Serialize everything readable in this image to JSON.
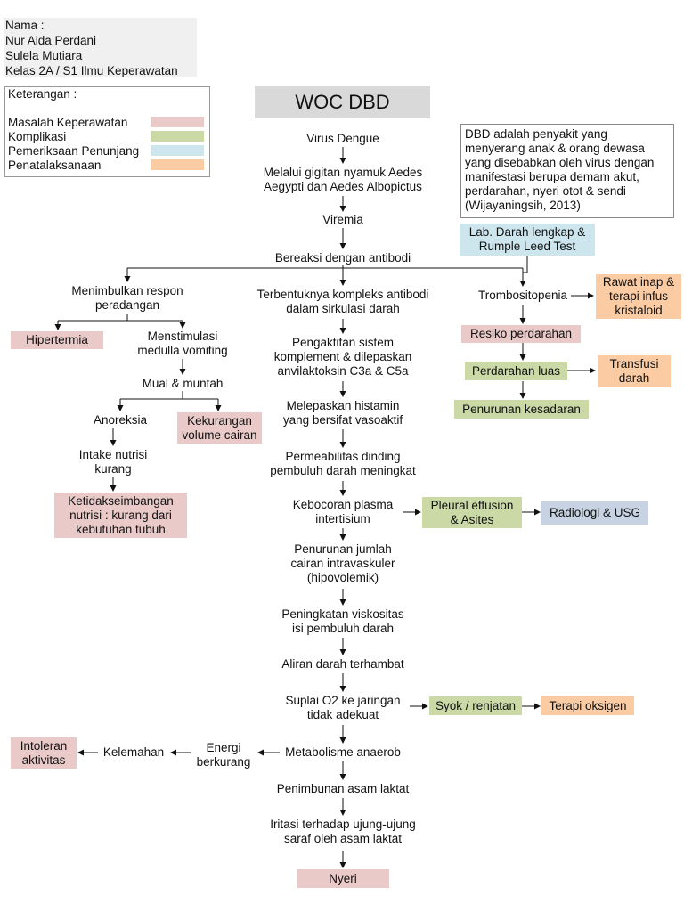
{
  "header": {
    "name_label": "Nama :",
    "names": [
      "Nur Aida Perdani",
      "Sulela Mutiara"
    ],
    "class_info": "Kelas 2A / S1 Ilmu Keperawatan"
  },
  "legend": {
    "title": "Keterangan :",
    "items": [
      {
        "label": "Masalah Keperawatan",
        "color": "#eac9c9"
      },
      {
        "label": "Komplikasi",
        "color": "#cad9a6"
      },
      {
        "label": "Pemeriksaan Penunjang",
        "color": "#cde6ee"
      },
      {
        "label": "Penatalaksanaan",
        "color": "#fbcba3"
      }
    ]
  },
  "title": "WOC DBD",
  "definition": [
    "DBD adalah penyakit yang",
    "menyerang anak & orang dewasa",
    "yang disebabkan oleh virus dengan",
    "manifestasi berupa demam akut,",
    "perdarahan, nyeri otot & sendi",
    "(Wijayaningsih, 2013)"
  ],
  "nodes": {
    "virus": [
      "Virus Dengue"
    ],
    "gigitan": [
      "Melalui gigitan nyamuk Aedes",
      "Aegypti dan Aedes Albopictus"
    ],
    "viremia": [
      "Viremia"
    ],
    "bereaksi": [
      "Bereaksi dengan antibodi"
    ],
    "respon": [
      "Menimbulkan respon",
      "peradangan"
    ],
    "hipertermia": [
      "Hipertermia"
    ],
    "menstimulasi": [
      "Menstimulasi",
      "medulla vomiting"
    ],
    "mual": [
      "Mual & muntah"
    ],
    "anoreksia": [
      "Anoreksia"
    ],
    "kekurangan": [
      "Kekurangan",
      "volume cairan"
    ],
    "intake": [
      "Intake nutrisi",
      "kurang"
    ],
    "ketidak": [
      "Ketidakseimbangan",
      "nutrisi : kurang dari",
      "kebutuhan tubuh"
    ],
    "kompleks": [
      "Terbentuknya kompleks antibodi",
      "dalam sirkulasi darah"
    ],
    "pengaktifan": [
      "Pengaktifan sistem",
      "komplement & dilepaskan",
      "anvilaktoksin C3a & C5a"
    ],
    "histamin": [
      "Melepaskan histamin",
      "yang bersifat vasoaktif"
    ],
    "permeabilitas": [
      "Permeabilitas dinding",
      "pembuluh darah meningkat"
    ],
    "kebocoran": [
      "Kebocoran plasma",
      "intertisium"
    ],
    "pleural": [
      "Pleural effusion",
      "& Asites"
    ],
    "radiologi": [
      "Radiologi & USG"
    ],
    "penurunan": [
      "Penurunan jumlah",
      "cairan intravaskuler",
      "(hipovolemik)"
    ],
    "viskositas": [
      "Peningkatan viskositas",
      "isi pembuluh darah"
    ],
    "aliran": [
      "Aliran darah terhambat"
    ],
    "suplai": [
      "Suplai O2 ke jaringan",
      "tidak adekuat"
    ],
    "syok": [
      "Syok / renjatan"
    ],
    "oksigen": [
      "Terapi oksigen"
    ],
    "metabolisme": [
      "Metabolisme anaerob"
    ],
    "energi": [
      "Energi",
      "berkurang"
    ],
    "kelemahan": [
      "Kelemahan"
    ],
    "intoleran": [
      "Intoleran",
      "aktivitas"
    ],
    "penimbunan": [
      "Penimbunan asam laktat"
    ],
    "iritasi": [
      "Iritasi terhadap ujung-ujung",
      "saraf oleh asam laktat"
    ],
    "nyeri": [
      "Nyeri"
    ],
    "trombo": [
      "Trombositopenia"
    ],
    "lab": [
      "Lab. Darah lengkap &",
      "Rumple Leed Test"
    ],
    "rawat": [
      "Rawat inap &",
      "terapi infus",
      "kristaloid"
    ],
    "resiko": [
      "Resiko perdarahan"
    ],
    "perdarahan": [
      "Perdarahan luas"
    ],
    "transfusi": [
      "Transfusi",
      "darah"
    ],
    "kesadaran": [
      "Penurunan kesadaran"
    ]
  }
}
